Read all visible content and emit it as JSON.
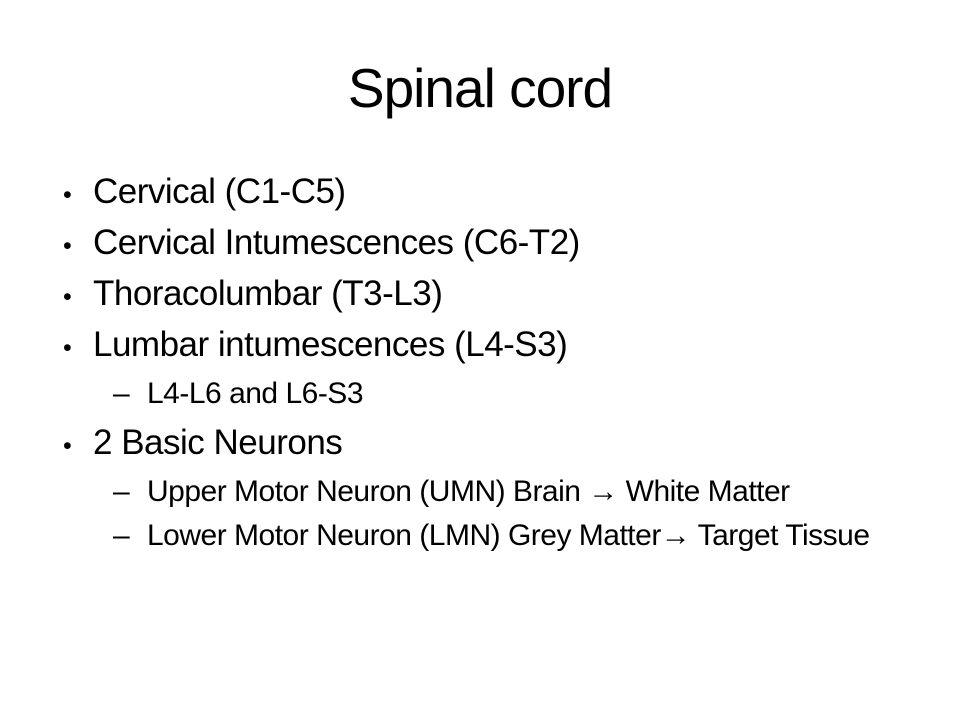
{
  "slide": {
    "title": "Spinal cord",
    "colors": {
      "background": "#ffffff",
      "text": "#000000"
    },
    "bullets": [
      {
        "level": 1,
        "marker": "•",
        "text": "Cervical (C1-C5)"
      },
      {
        "level": 1,
        "marker": "•",
        "text": "Cervical Intumescences (C6-T2)"
      },
      {
        "level": 1,
        "marker": "•",
        "text": "Thoracolumbar (T3-L3)"
      },
      {
        "level": 1,
        "marker": "•",
        "text": "Lumbar intumescences (L4-S3)"
      },
      {
        "level": 2,
        "marker": "–",
        "text": "L4-L6 and L6-S3"
      },
      {
        "level": 1,
        "marker": "•",
        "text": "2 Basic Neurons"
      },
      {
        "level": 2,
        "marker": "–",
        "text": "Upper Motor Neuron (UMN) Brain → White Matter"
      },
      {
        "level": 2,
        "marker": "–",
        "text": "Lower Motor Neuron (LMN) Grey Matter→ Target Tissue"
      }
    ]
  }
}
